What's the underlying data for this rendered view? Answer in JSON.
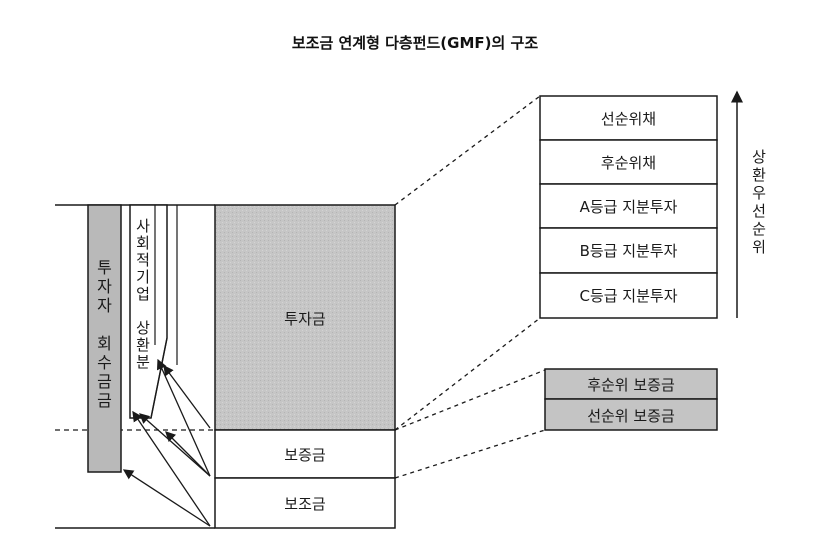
{
  "title": "보조금 연계형 다층펀드(GMF)의 구조",
  "left_structure": {
    "investor_recovery": "투자자 회수금금",
    "social_enterprise_repayment": "사회적기업 상환분",
    "investment": "투자금",
    "guarantee": "보증금",
    "subsidy": "보조금"
  },
  "tranches": [
    "선순위채",
    "후순위채",
    "A등급 지분투자",
    "B등급 지분투자",
    "C등급 지분투자"
  ],
  "repayment_priority": "상환우선순위",
  "guarantee_tranches": [
    "후순위 보증금",
    "선순위 보증금"
  ],
  "colors": {
    "line": "#1a1a1a",
    "shaded_gray": "#b9b9b9",
    "investment_fill": "#c9c9c9"
  }
}
